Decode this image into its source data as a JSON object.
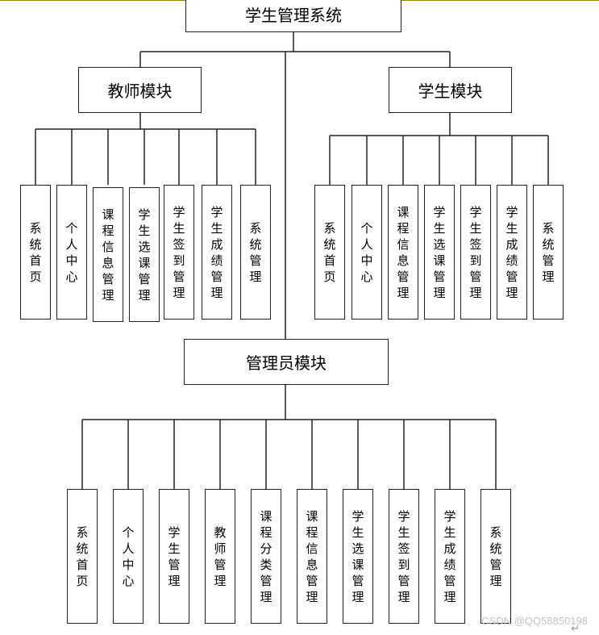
{
  "root": {
    "label": "学生管理系统"
  },
  "teacher_module": {
    "label": "教师模块",
    "items": [
      "系统首页",
      "个人中心",
      "课程信息管理",
      "学生选课管理",
      "学生签到管理",
      "学生成绩管理",
      "系统管理"
    ]
  },
  "student_module": {
    "label": "学生模块",
    "items": [
      "系统首页",
      "个人中心",
      "课程信息管理",
      "学生选课管理",
      "学生签到管理",
      "学生成绩管理",
      "系统管理"
    ]
  },
  "admin_module": {
    "label": "管理员模块",
    "items": [
      "系统首页",
      "个人中心",
      "学生管理",
      "教师管理",
      "课程分类管理",
      "课程信息管理",
      "学生选课管理",
      "学生签到管理",
      "学生成绩管理",
      "系统管理"
    ]
  },
  "watermark": "CSDN @QQ58850198",
  "corner_mark": "↵"
}
